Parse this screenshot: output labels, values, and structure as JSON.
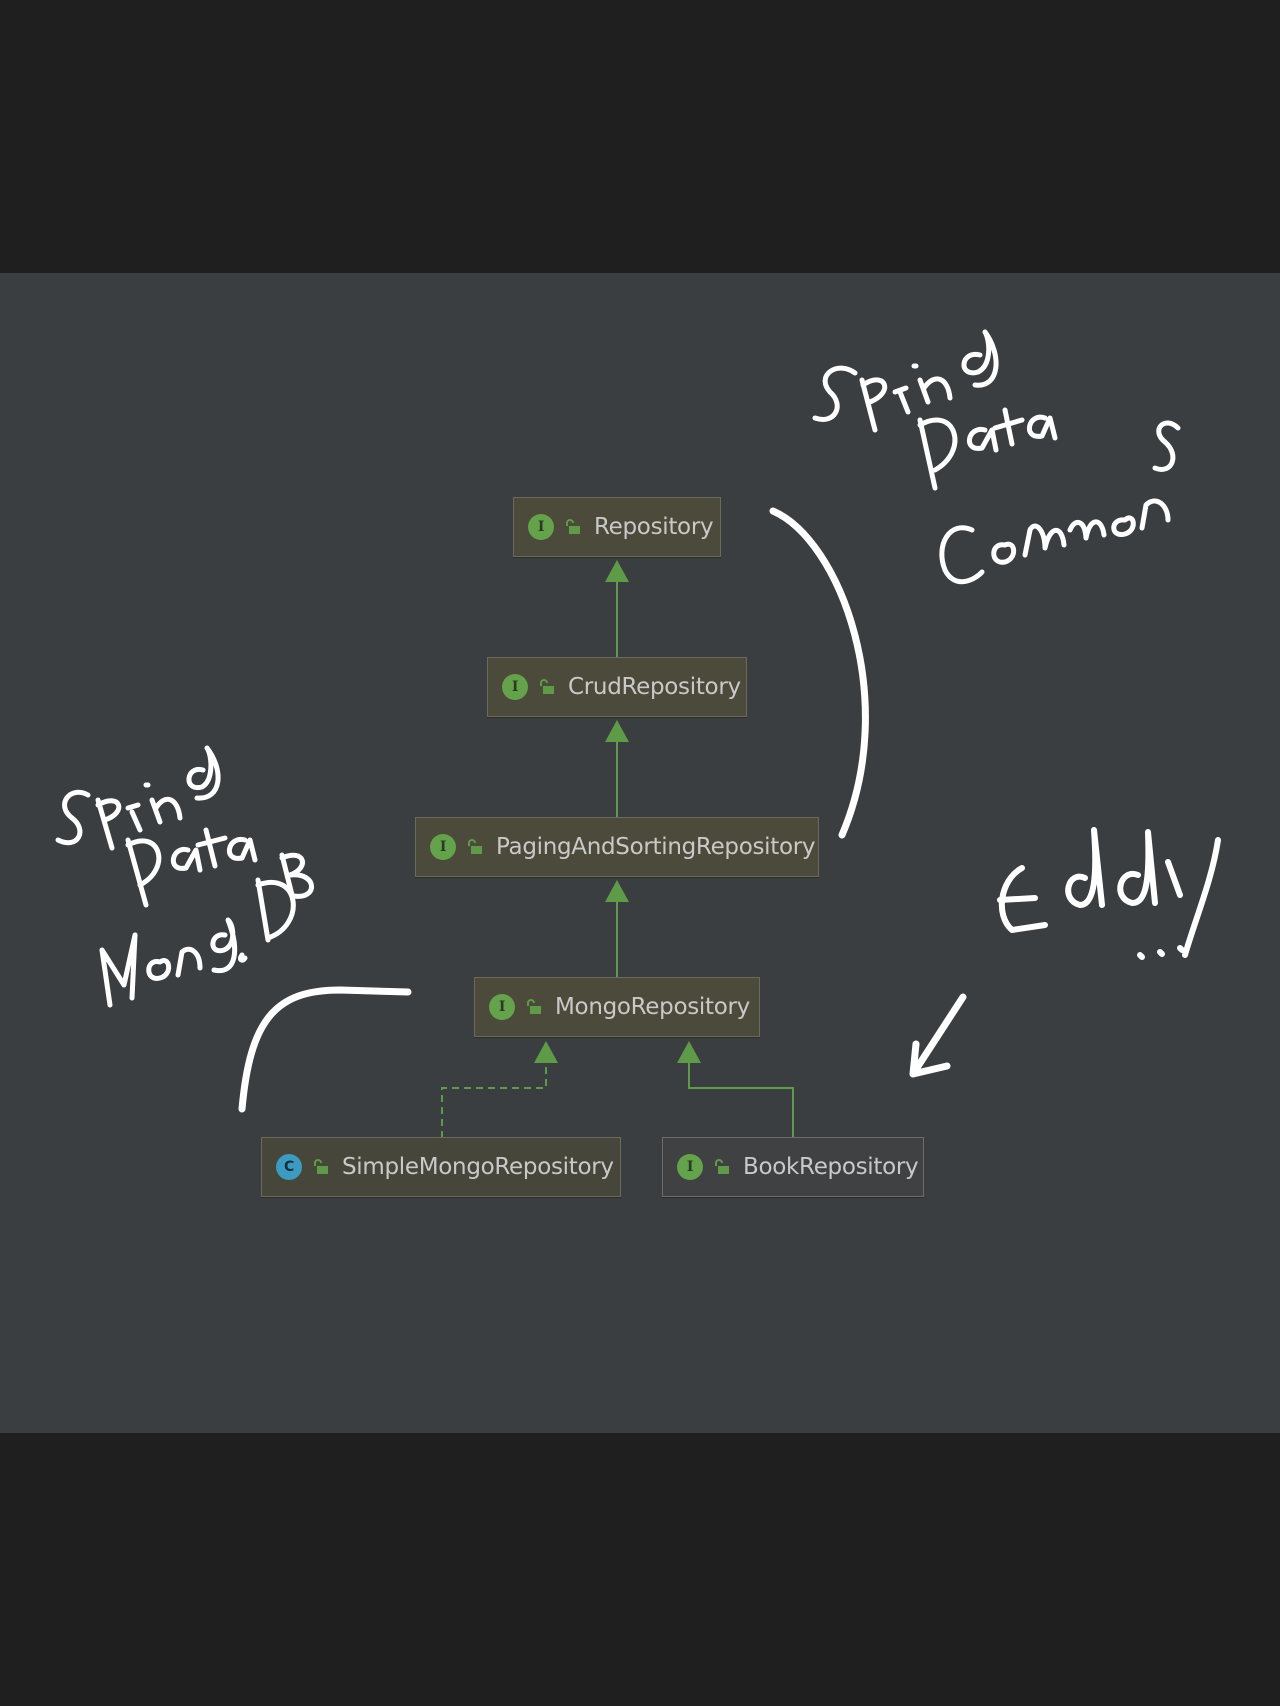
{
  "colors": {
    "page_background": "#1f1f1f",
    "panel_background": "#3b3e40",
    "node_background": "#4c4a3b",
    "interface_badge": "#64a24b",
    "class_badge": "#3d9ac0",
    "edge": "#5e9a47",
    "handwriting": "#ffffff"
  },
  "diagram": {
    "nodes": [
      {
        "id": "repository",
        "kind": "interface",
        "badge": "I",
        "label": "Repository"
      },
      {
        "id": "crud",
        "kind": "interface",
        "badge": "I",
        "label": "CrudRepository"
      },
      {
        "id": "paging",
        "kind": "interface",
        "badge": "I",
        "label": "PagingAndSortingRepository"
      },
      {
        "id": "mongo",
        "kind": "interface",
        "badge": "I",
        "label": "MongoRepository"
      },
      {
        "id": "simple",
        "kind": "class",
        "badge": "C",
        "label": "SimpleMongoRepository"
      },
      {
        "id": "book",
        "kind": "interface",
        "badge": "I",
        "label": "BookRepository"
      }
    ],
    "edges": [
      {
        "from": "crud",
        "to": "repository",
        "style": "solid",
        "relation": "extends"
      },
      {
        "from": "paging",
        "to": "crud",
        "style": "solid",
        "relation": "extends"
      },
      {
        "from": "mongo",
        "to": "paging",
        "style": "solid",
        "relation": "extends"
      },
      {
        "from": "simple",
        "to": "mongo",
        "style": "dashed",
        "relation": "implements"
      },
      {
        "from": "book",
        "to": "mongo",
        "style": "solid",
        "relation": "extends"
      }
    ]
  },
  "annotations": {
    "spring_data_commons": "Spring Data Commons",
    "spring_data_mongodb": "Spring Data MongoDB",
    "eddy": "Eddy ..."
  }
}
